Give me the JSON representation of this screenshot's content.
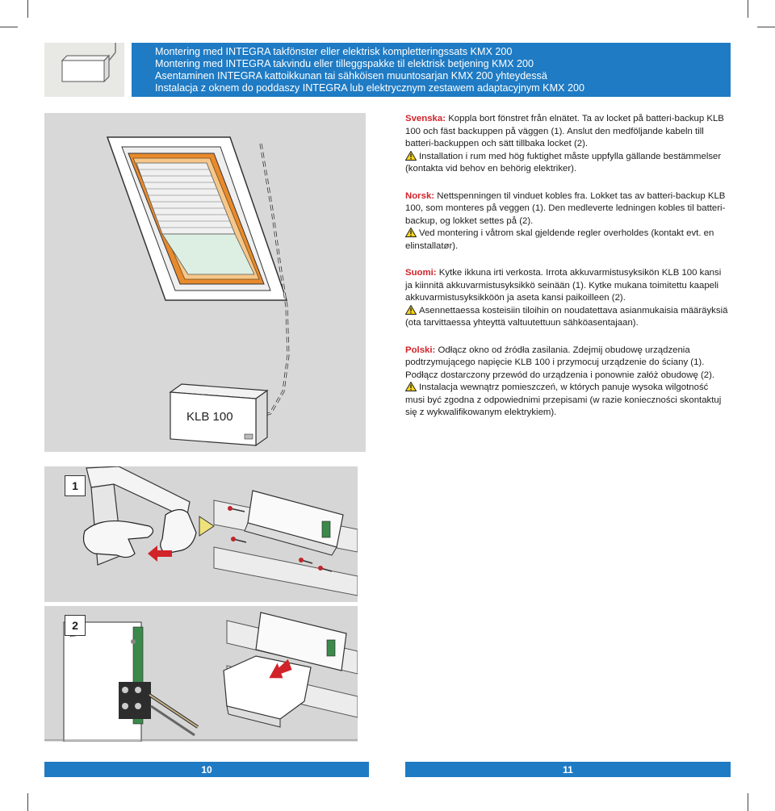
{
  "header": {
    "lines": [
      "Montering med INTEGRA takfönster eller elektrisk kompletteringssats KMX 200",
      "Montering med INTEGRA takvindu eller tilleggspakke til elektrisk betjening KMX 200",
      "Asentaminen INTEGRA kattoikkunan tai sähköisen muuntosarjan KMX 200 yhteydessä",
      "Instalacja z oknem do poddaszy INTEGRA lub elektrycznym zestawem adaptacyjnym KMX 200"
    ]
  },
  "illustration": {
    "device_label": "KLB 100",
    "step1_number": "1",
    "step2_number": "2"
  },
  "sections": [
    {
      "lang": "Svenska:",
      "body": " Koppla bort fönstret från elnätet. Ta av locket på batteri-backup KLB 100 och fäst backuppen på väggen (1). Anslut den medföljande kabeln till batteri-backuppen och sätt tillbaka locket (2).",
      "warning": "Installation i rum med hög fuktighet måste uppfylla gällande bestämmelser (kontakta vid behov en behörig elektriker)."
    },
    {
      "lang": "Norsk:",
      "body": " Nettspenningen til vinduet kobles fra. Lokket tas av batteri-backup KLB 100, som monteres på veggen (1). Den medleverte ledningen kobles til batteri-backup, og lokket settes på (2).",
      "warning": "Ved montering i våtrom skal gjeldende regler overholdes (kontakt evt. en elinstallatør)."
    },
    {
      "lang": "Suomi:",
      "body": " Kytke ikkuna irti verkosta. Irrota akkuvarmistusyksikön KLB 100 kansi ja kiinnitä akkuvarmistusyksikkö seinään (1). Kytke mukana toimitettu kaapeli akkuvarmistusyksikköön ja aseta kansi paikoilleen (2).",
      "warning": "Asennettaessa kosteisiin tiloihin on noudatettava asianmukaisia määräyksiä (ota tarvittaessa yhteyttä valtuutettuun sähköasentajaan)."
    },
    {
      "lang": "Polski:",
      "body": " Odłącz okno od źródła zasilania. Zdejmij obudowę urządzenia podtrzymującego napięcie KLB 100 i przymocuj urządzenie do ściany (1). Podłącz dostarczony przewód do urządzenia i ponownie załóż obudowę (2).",
      "warning": "Instalacja wewnątrz pomieszczeń, w których panuje wysoka wilgotność musi być zgodna z odpowiednimi przepisami (w razie konieczności skontaktuj się z wykwalifikowanym elektrykiem)."
    }
  ],
  "footer": {
    "left_page": "10",
    "right_page": "11"
  },
  "colors": {
    "brand_blue": "#1f7bc4",
    "lang_red": "#d1232a",
    "blind_orange": "#e98a2c"
  }
}
